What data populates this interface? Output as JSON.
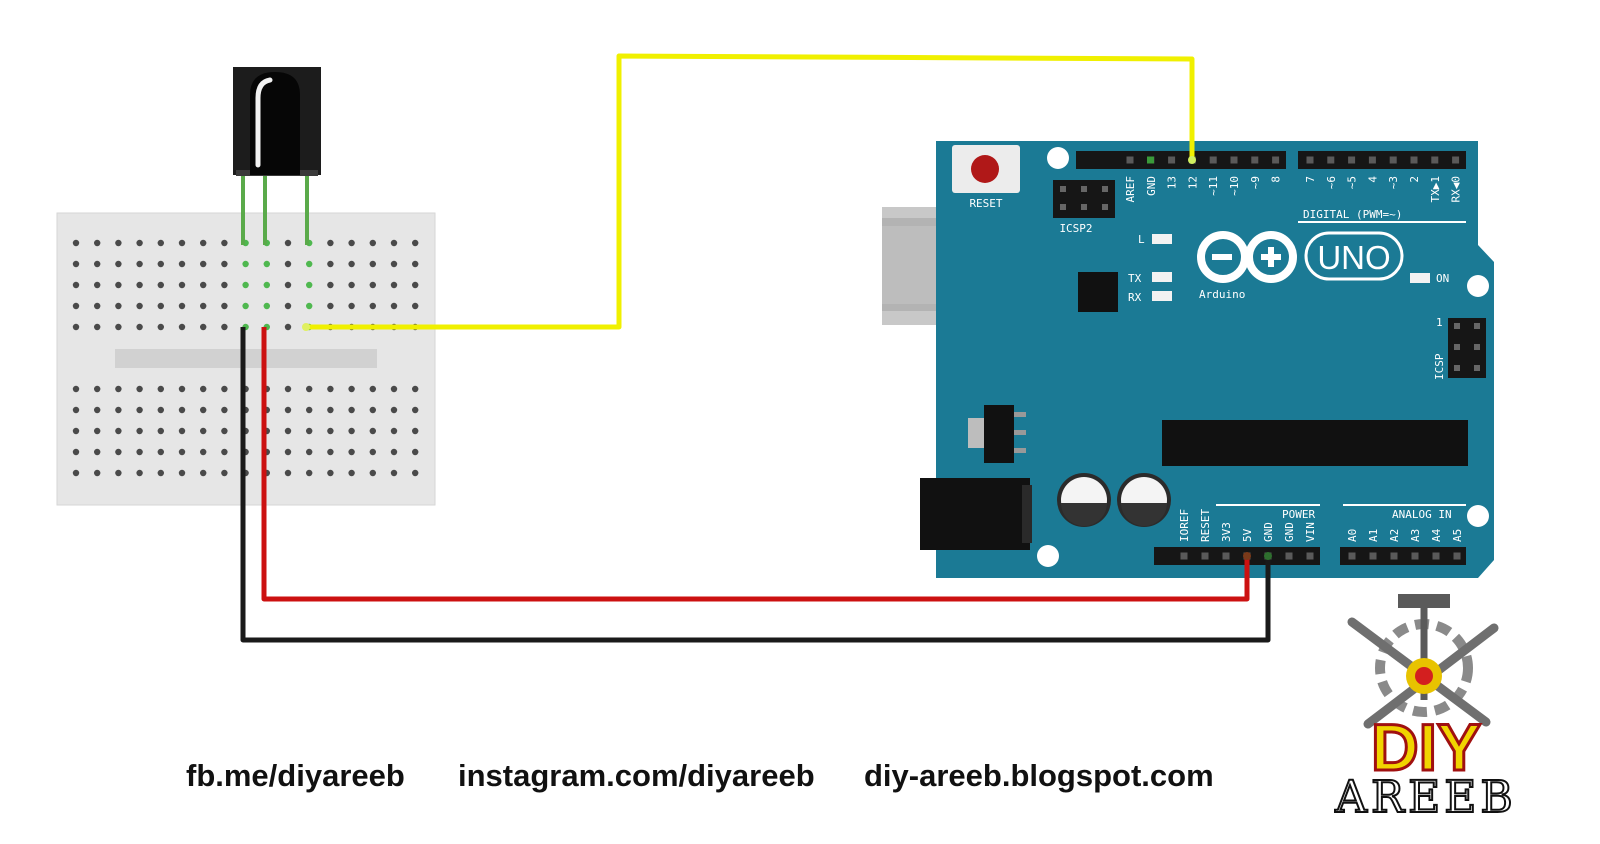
{
  "footer": {
    "facebook": "fb.me/diyareeb",
    "instagram": "instagram.com/diyareeb",
    "blog": "diy-areeb.blogspot.com"
  },
  "logo": {
    "line1": "DIY",
    "line2": "AREEB"
  },
  "arduino": {
    "reset_label": "RESET",
    "icsp2_label": "ICSP2",
    "icsp_label": "ICSP",
    "icsp_pin1": "1",
    "digital_label": "DIGITAL (PWM=~)",
    "power_label": "POWER",
    "analog_label": "ANALOG IN",
    "l_label": "L",
    "tx_label": "TX",
    "rx_label": "RX",
    "on_label": "ON",
    "brand": "Arduino",
    "model": "UNO",
    "digital_pins_left": [
      "AREF",
      "GND",
      "13",
      "12",
      "~11",
      "~10",
      "~9",
      "8"
    ],
    "digital_pins_right": [
      "7",
      "~6",
      "~5",
      "4",
      "~3",
      "2",
      "TX▶1",
      "RX◀0"
    ],
    "power_pins": [
      "IOREF",
      "RESET",
      "3V3",
      "5V",
      "GND",
      "GND",
      "VIN"
    ],
    "analog_pins": [
      "A0",
      "A1",
      "A2",
      "A3",
      "A4",
      "A5"
    ]
  },
  "wires": [
    {
      "name": "signal",
      "color": "#f0f000",
      "from": "ir-sensor-out",
      "to": "pin 12"
    },
    {
      "name": "vcc",
      "color": "#cc1111",
      "from": "ir-sensor-vcc",
      "to": "5V"
    },
    {
      "name": "ground",
      "color": "#1a1a1a",
      "from": "ir-sensor-gnd",
      "to": "GND"
    }
  ],
  "colors": {
    "board": "#1b7a95",
    "breadboard": "#e6e6e6",
    "sensor": "#1c1c1c",
    "legs": "#5aaa4a"
  }
}
